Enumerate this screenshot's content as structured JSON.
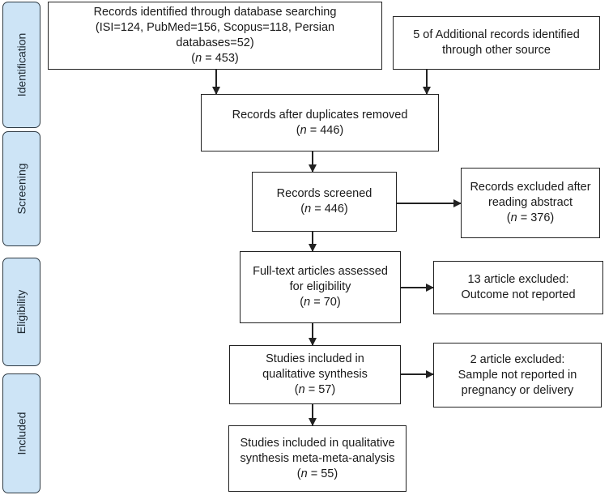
{
  "phases": {
    "identification": "Identification",
    "screening": "Screening",
    "eligibility": "Eligibility",
    "included": "Included"
  },
  "boxes": {
    "db_search": {
      "line1": "Records identified through database searching",
      "line2": "(ISI=124, PubMed=156, Scopus=118, Persian",
      "line3": "databases=52)",
      "n_value": "453"
    },
    "other_source": {
      "line1": "5 of Additional records identified",
      "line2": "through other source"
    },
    "duplicates_removed": {
      "line1": "Records after duplicates removed",
      "n_value": "446"
    },
    "screened": {
      "line1": "Records screened",
      "n_value": "446"
    },
    "excluded_abstract": {
      "line1": "Records excluded after",
      "line2": "reading abstract",
      "n_value": "376"
    },
    "full_text": {
      "line1": "Full-text articles assessed",
      "line2": "for eligibility",
      "n_value": "70"
    },
    "excluded_outcome": {
      "line1": "13 article excluded:",
      "line2": "Outcome not reported"
    },
    "qualitative": {
      "line1": "Studies included in",
      "line2": "qualitative synthesis",
      "n_value": "57"
    },
    "excluded_sample": {
      "line1": "2 article excluded:",
      "line2": "Sample not reported in",
      "line3": "pregnancy or delivery"
    },
    "meta_analysis": {
      "line1": "Studies included in qualitative",
      "line2": "synthesis meta-meta-analysis",
      "n_value": "55"
    }
  },
  "n_label": "n",
  "colors": {
    "phase_fill": "#cde4f6",
    "phase_border": "#2f3b44",
    "box_border": "#222222",
    "arrow": "#222222"
  }
}
